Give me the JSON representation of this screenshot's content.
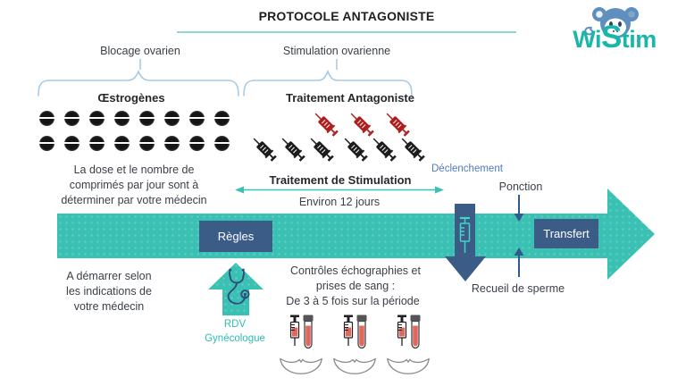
{
  "header": {
    "title": "PROTOCOLE ANTAGONISTE"
  },
  "logo": {
    "part1": "Wi",
    "part2": "S",
    "part3": "tim"
  },
  "phases": {
    "blocage": "Blocage ovarien",
    "stimulation": "Stimulation ovarienne"
  },
  "treatments": {
    "oestrogenes": {
      "label": "Œstrogènes",
      "pill_rows": 2,
      "pills_per_row": 8,
      "note_lines": [
        "La dose et le nombre de",
        "comprimés par jour sont à",
        "déterminer par votre médecin"
      ]
    },
    "antagoniste": {
      "label": "Traitement Antagoniste",
      "red_syringe_count": 3,
      "black_syringe_count": 6
    },
    "stimulation": {
      "label": "Traitement de Stimulation",
      "duration": "Environ 12 jours"
    }
  },
  "timeline": {
    "regles": "Règles",
    "transfert": "Transfert",
    "declenchement": "Déclenchement",
    "ponction": "Ponction",
    "recueil": "Recueil de sperme"
  },
  "bottom": {
    "demarrer_lines": [
      "A démarrer selon",
      "les indications de",
      "votre médecin"
    ],
    "rdv_lines": [
      "RDV",
      "Gynécologue"
    ],
    "controles_lines": [
      "Contrôles échographies et",
      "prises de sang :",
      "De 3 à 5 fois sur la période"
    ],
    "monitoring_group_count": 3
  },
  "colors": {
    "teal": "#3bc1b3",
    "dark_blue": "#3c5c88",
    "arrow_blue": "#2e5a8c",
    "label_blue": "#4f7bbf",
    "brace_blue": "#a8c9e8",
    "logo_teal": "#19b6aa",
    "monkey_blue": "#5e8fbe",
    "syringe_red": "#b01f1f",
    "syringe_black": "#1c1c1c",
    "blood_red": "#e0685e"
  }
}
